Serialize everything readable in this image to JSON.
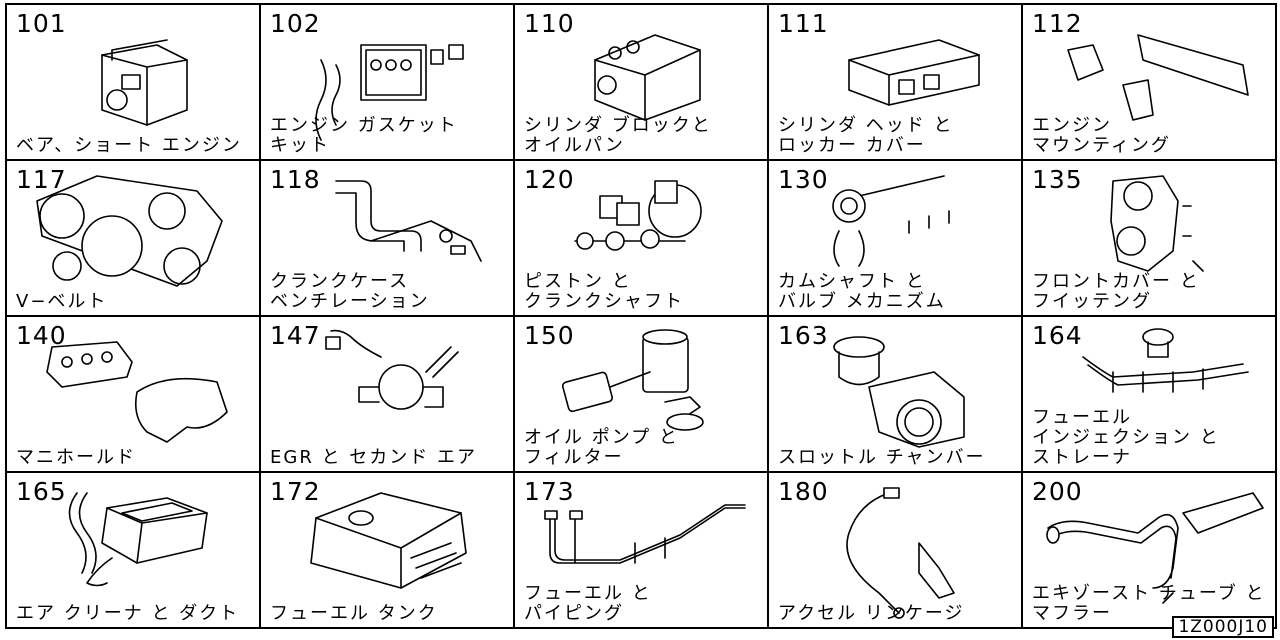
{
  "cells": [
    {
      "num": "101",
      "lines": [
        "ベア、ショート エンジン"
      ],
      "icon": "engine-block-icon"
    },
    {
      "num": "102",
      "lines": [
        "エンジン ガスケット",
        "キット"
      ],
      "icon": "gasket-kit-icon"
    },
    {
      "num": "110",
      "lines": [
        "シリンダ ブロックと",
        "オイルパン"
      ],
      "icon": "cylinder-block-icon"
    },
    {
      "num": "111",
      "lines": [
        "シリンダ ヘッド と",
        "ロッカー カバー"
      ],
      "icon": "cylinder-head-icon"
    },
    {
      "num": "112",
      "lines": [
        "エンジン",
        "マウンティング"
      ],
      "icon": "engine-mount-icon"
    },
    {
      "num": "117",
      "lines": [
        "V−ベルト"
      ],
      "icon": "v-belt-icon"
    },
    {
      "num": "118",
      "lines": [
        "クランクケース",
        "ベンチレーション"
      ],
      "icon": "crankcase-hose-icon"
    },
    {
      "num": "120",
      "lines": [
        "ピストン と",
        "クランクシャフト"
      ],
      "icon": "piston-crankshaft-icon"
    },
    {
      "num": "130",
      "lines": [
        "カムシャフト と",
        "バルブ メカニズム"
      ],
      "icon": "camshaft-valve-icon"
    },
    {
      "num": "135",
      "lines": [
        "フロントカバー と",
        "フイッテング"
      ],
      "icon": "front-cover-icon"
    },
    {
      "num": "140",
      "lines": [
        "マニホールド"
      ],
      "icon": "manifold-icon"
    },
    {
      "num": "147",
      "lines": [
        "EGR と セカンド エア"
      ],
      "icon": "egr-valve-icon"
    },
    {
      "num": "150",
      "lines": [
        "オイル ポンプ と",
        "フィルター"
      ],
      "icon": "oil-pump-filter-icon"
    },
    {
      "num": "163",
      "lines": [
        "スロットル チャンバー"
      ],
      "icon": "throttle-chamber-icon"
    },
    {
      "num": "164",
      "lines": [
        "フューエル",
        "インジェクション と",
        "ストレーナ"
      ],
      "icon": "fuel-injection-icon"
    },
    {
      "num": "165",
      "lines": [
        "エア クリーナ と ダクト"
      ],
      "icon": "air-cleaner-icon"
    },
    {
      "num": "172",
      "lines": [
        "フューエル タンク"
      ],
      "icon": "fuel-tank-icon"
    },
    {
      "num": "173",
      "lines": [
        "フューエル と",
        "パイピング"
      ],
      "icon": "fuel-piping-icon"
    },
    {
      "num": "180",
      "lines": [
        "アクセル リンケージ"
      ],
      "icon": "accelerator-linkage-icon"
    },
    {
      "num": "200",
      "lines": [
        "エキゾースト チューブ と",
        "マフラー"
      ],
      "icon": "exhaust-muffler-icon"
    }
  ],
  "code": "1Z000J10"
}
